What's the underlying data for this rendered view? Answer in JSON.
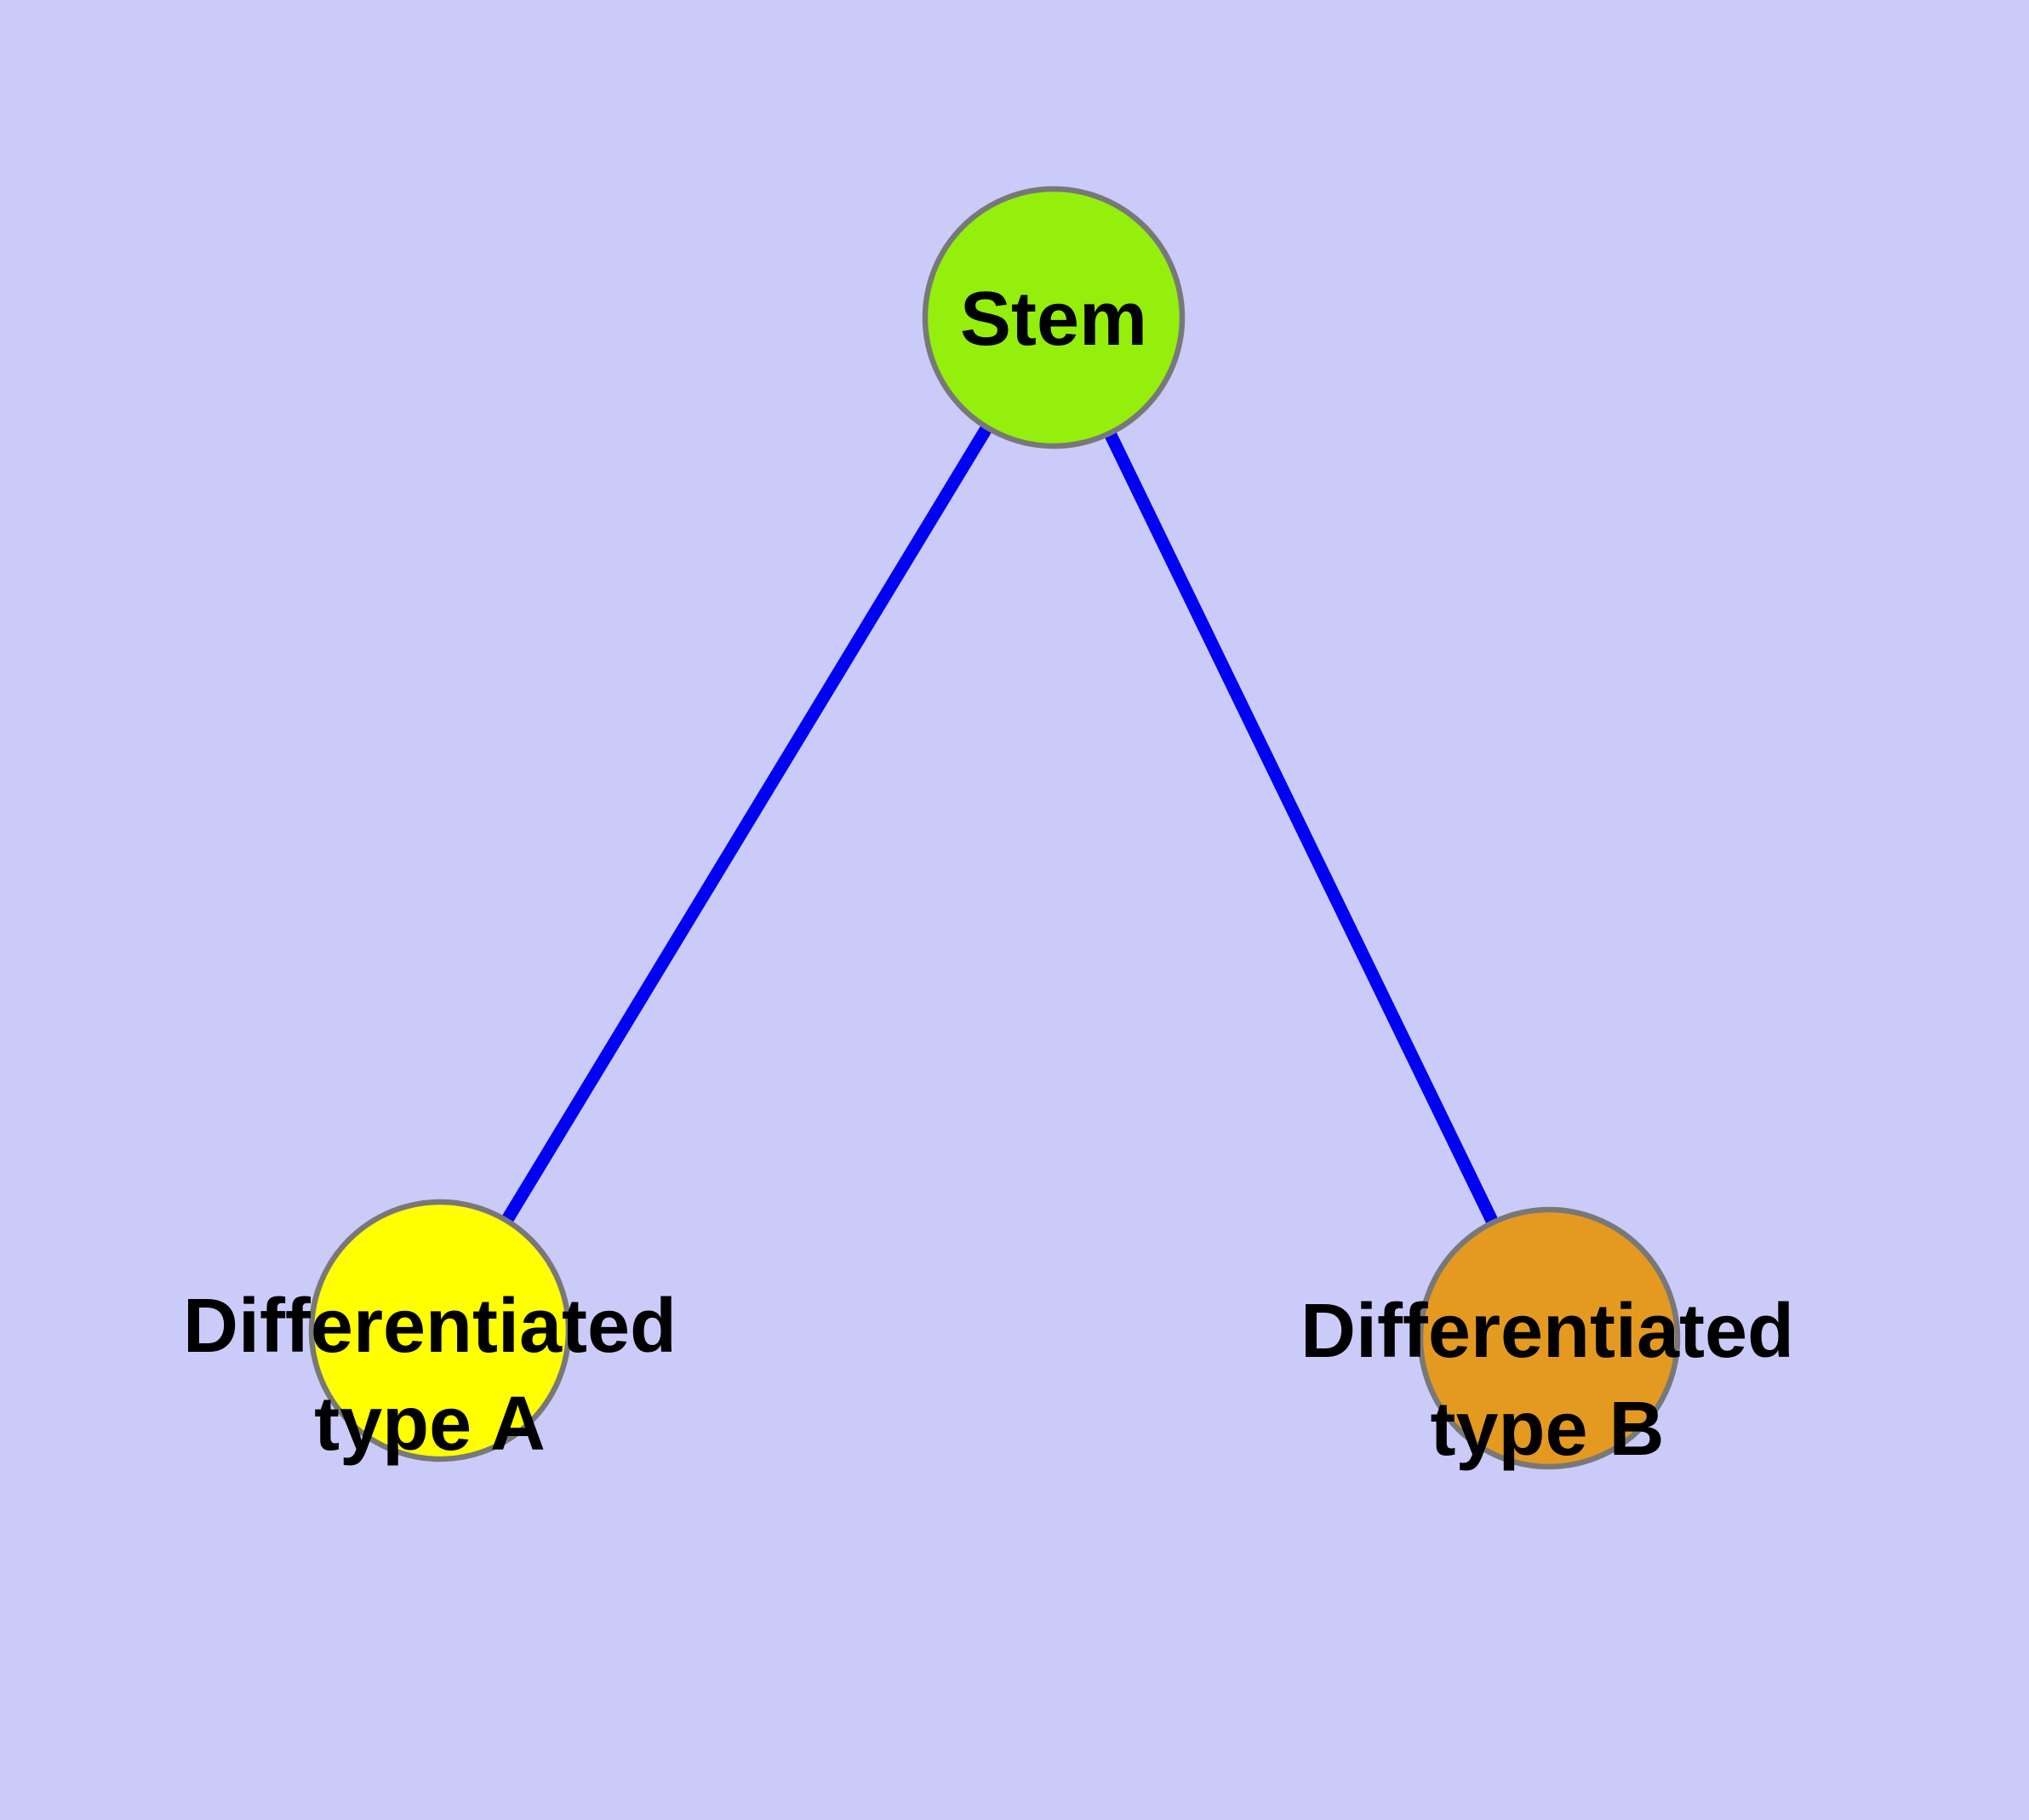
{
  "diagram": {
    "type": "node-link graph",
    "background_color": "#CBCBFA",
    "edge_color": "#0202F2",
    "node_border_color": "#787878",
    "text_color": "#000000",
    "nodes": {
      "stem": {
        "label": "Stem",
        "fill_color": "#94EF0C"
      },
      "type_a": {
        "label": "Differentiated type A",
        "label_line1": "Differentiated",
        "label_line2": "type A",
        "fill_color": "#FFFF00"
      },
      "type_b": {
        "label": "Differentiated type B",
        "label_line1": "Differentiated",
        "label_line2": "type B",
        "fill_color": "#E49A20"
      }
    },
    "edges": [
      {
        "from": "Stem",
        "to": "Differentiated type A"
      },
      {
        "from": "Stem",
        "to": "Differentiated type B"
      }
    ]
  }
}
